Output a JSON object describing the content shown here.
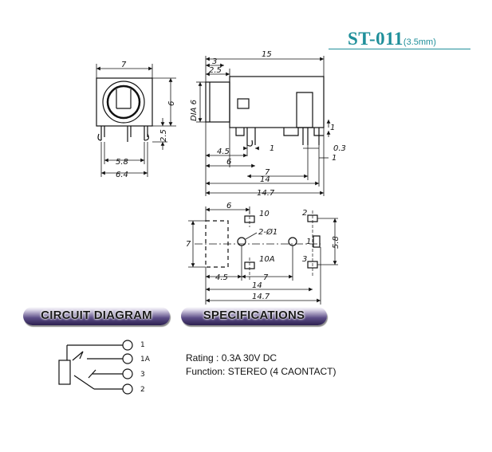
{
  "title": {
    "model": "ST-011",
    "size": "(3.5mm)"
  },
  "sections": {
    "circuit": "CIRCUIT DIAGRAM",
    "specs": "SPECIFICATIONS"
  },
  "specifications": {
    "rating": "Rating : 0.3A 30V DC",
    "function": "Function: STEREO (4 CAONTACT)"
  },
  "front_view": {
    "width": "7",
    "height": "6",
    "pin_height": "2.5",
    "pin_spacing": "5.8",
    "base_width": "6.4"
  },
  "side_view": {
    "length": "15",
    "a": "3",
    "b": "2.5",
    "diameter": "DIA 6",
    "d1": "4.5",
    "d2": "6",
    "d3": "7",
    "d4": "14",
    "d5": "14.7",
    "p1": "1",
    "p2": "0.3",
    "p3": "1",
    "p4": "1"
  },
  "pcb_layout": {
    "top": "6",
    "left": "7",
    "right": "5.8",
    "hole": "2-Ø1",
    "pad_10": "10",
    "pad_10a": "10A",
    "pad_2": "2",
    "pad_3": "3",
    "pad_1": "1",
    "d_45": "4.5",
    "d_7": "7",
    "d_14": "14",
    "d_147": "14.7"
  },
  "circuit_pins": [
    "1",
    "1A",
    "3",
    "2"
  ]
}
